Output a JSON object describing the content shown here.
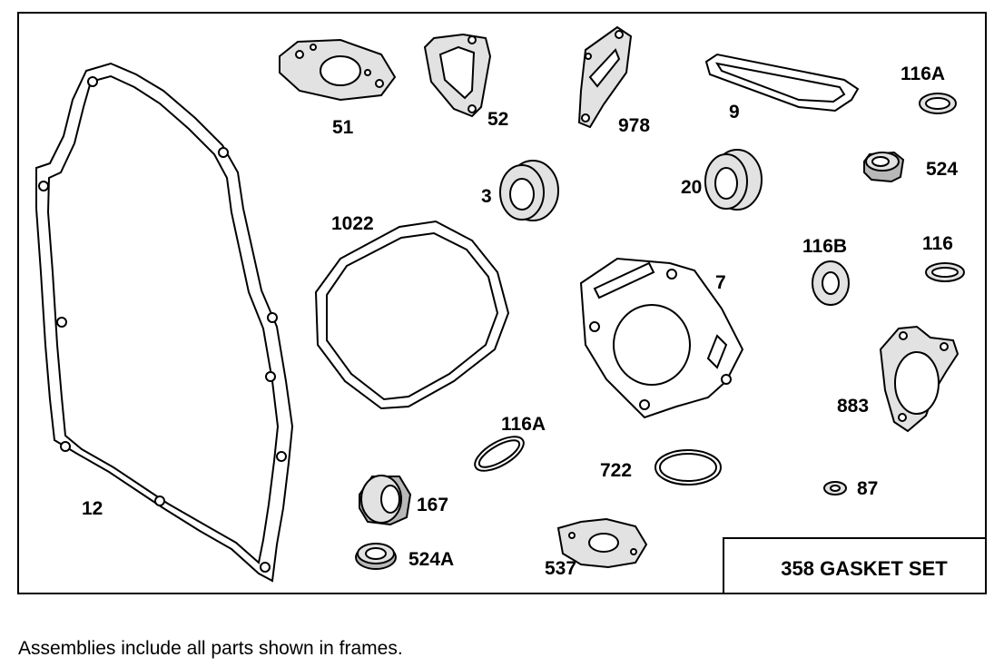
{
  "kit_title": "358 GASKET SET",
  "caption": "Assemblies include all parts shown in frames.",
  "parts": [
    {
      "id": "p12",
      "label": "12"
    },
    {
      "id": "p51",
      "label": "51"
    },
    {
      "id": "p52",
      "label": "52"
    },
    {
      "id": "p978",
      "label": "978"
    },
    {
      "id": "p9",
      "label": "9"
    },
    {
      "id": "p116a1",
      "label": "116A"
    },
    {
      "id": "p524",
      "label": "524"
    },
    {
      "id": "p3",
      "label": "3"
    },
    {
      "id": "p20",
      "label": "20"
    },
    {
      "id": "p1022",
      "label": "1022"
    },
    {
      "id": "p7",
      "label": "7"
    },
    {
      "id": "p116b",
      "label": "116B"
    },
    {
      "id": "p116",
      "label": "116"
    },
    {
      "id": "p883",
      "label": "883"
    },
    {
      "id": "p116a2",
      "label": "116A"
    },
    {
      "id": "p722",
      "label": "722"
    },
    {
      "id": "p87",
      "label": "87"
    },
    {
      "id": "p167",
      "label": "167"
    },
    {
      "id": "p524a",
      "label": "524A"
    },
    {
      "id": "p537",
      "label": "537"
    }
  ]
}
